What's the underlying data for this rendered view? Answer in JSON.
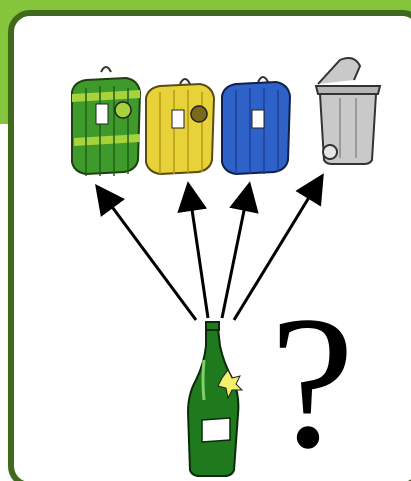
{
  "question_mark": "?",
  "bins": [
    {
      "name": "green-bin",
      "color": "#3f9a2c",
      "stripe": "#a6d23c"
    },
    {
      "name": "yellow-bin",
      "color": "#e8d23a",
      "stripe": "#c8a818"
    },
    {
      "name": "blue-bin",
      "color": "#2f62c8",
      "stripe": "#1f3f9a"
    },
    {
      "name": "grey-bin",
      "color": "#c9c9c9",
      "stripe": "#8a8a8a"
    }
  ],
  "colors": {
    "band": "#86c63c",
    "frame": "#3f6a1d",
    "bottle": "#1e7a1c"
  }
}
